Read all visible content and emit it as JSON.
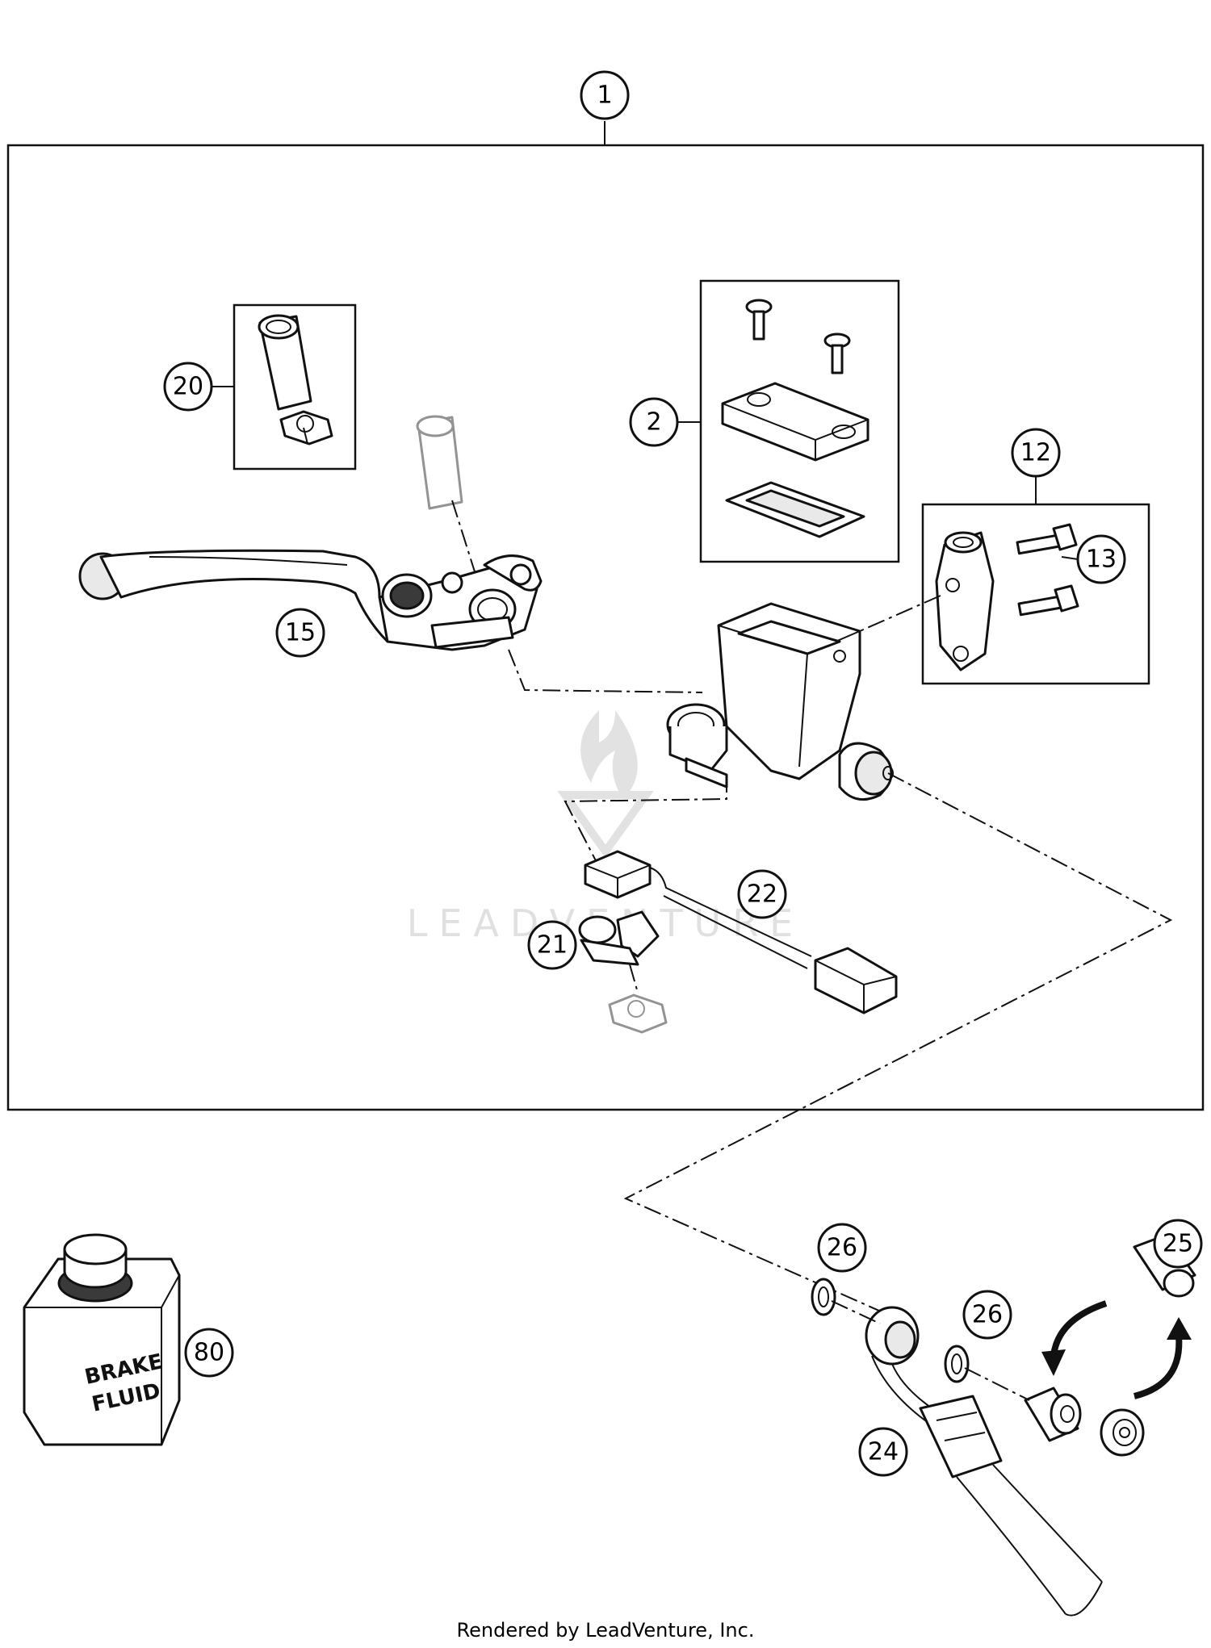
{
  "callouts": [
    {
      "id": "c1",
      "label": "1"
    },
    {
      "id": "c2",
      "label": "2"
    },
    {
      "id": "c12",
      "label": "12"
    },
    {
      "id": "c13",
      "label": "13"
    },
    {
      "id": "c15",
      "label": "15"
    },
    {
      "id": "c20",
      "label": "20"
    },
    {
      "id": "c21",
      "label": "21"
    },
    {
      "id": "c22",
      "label": "22"
    },
    {
      "id": "c24",
      "label": "24"
    },
    {
      "id": "c25",
      "label": "25"
    },
    {
      "id": "c26a",
      "label": "26"
    },
    {
      "id": "c26b",
      "label": "26"
    },
    {
      "id": "c80",
      "label": "80"
    }
  ],
  "fluid_label": {
    "line1": "BRAKE",
    "line2": "FLUID"
  },
  "watermark": "LEADVENTURE",
  "footer": "Rendered by LeadVenture, Inc."
}
